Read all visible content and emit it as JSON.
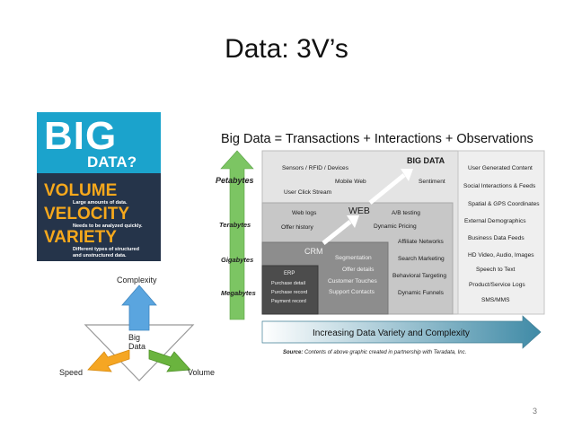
{
  "slide": {
    "title": "Data: 3V’s",
    "page_number": "3"
  },
  "poster": {
    "big": "BIG",
    "data": "DATA?",
    "words": [
      {
        "word": "VOLUME",
        "sub": "Large amounts of data."
      },
      {
        "word": "VELOCITY",
        "sub": "Needs to be analyzed quickly."
      },
      {
        "word": "VARIETY",
        "sub1": "Different types of structured",
        "sub2": "and unstructured data."
      }
    ],
    "colors": {
      "top": "#1ba3cc",
      "bottom": "#25344a",
      "accent": "#f6a81c"
    }
  },
  "triangle": {
    "center": [
      "Big",
      "Data"
    ],
    "complexity": "Complexity",
    "speed": "Speed",
    "volume": "Volume",
    "colors": {
      "complexity": "#5aa5df",
      "speed": "#f5a623",
      "volume": "#6ab43e"
    }
  },
  "matrix": {
    "title": "Big Data = Transactions + Interactions + Observations",
    "y_labels": [
      "Petabytes",
      "Terabytes",
      "Gigabytes",
      "Megabytes"
    ],
    "big_data_label": "BIG DATA",
    "web_label": "WEB",
    "crm_label": "CRM",
    "big_data_items": [
      "Sensors / RFID / Devices",
      "Mobile Web",
      "Sentiment",
      "User Click Stream"
    ],
    "web_items": [
      "Web logs",
      "A/B testing",
      "Offer history",
      "Dynamic Pricing",
      "Affiliate Networks",
      "Search Marketing",
      "Behavioral Targeting",
      "Dynamic Funnels"
    ],
    "crm_items": [
      "Segmentation",
      "Offer details",
      "Customer Touches",
      "Support Contacts"
    ],
    "erp_items": [
      "ERP",
      "Purchase detail",
      "Purchase record",
      "Payment record"
    ],
    "right_items": [
      "User Generated Content",
      "Social Interactions & Feeds",
      "Spatial & GPS Coordinates",
      "External Demographics",
      "Business Data Feeds",
      "HD Video, Audio, Images",
      "Speech to Text",
      "Product/Service Logs",
      "SMS/MMS"
    ],
    "x_arrow_label": "Increasing Data Variety and Complexity",
    "source_label": "Source:",
    "source_text": "Contents of above graphic created in partnership with Teradata, Inc."
  }
}
